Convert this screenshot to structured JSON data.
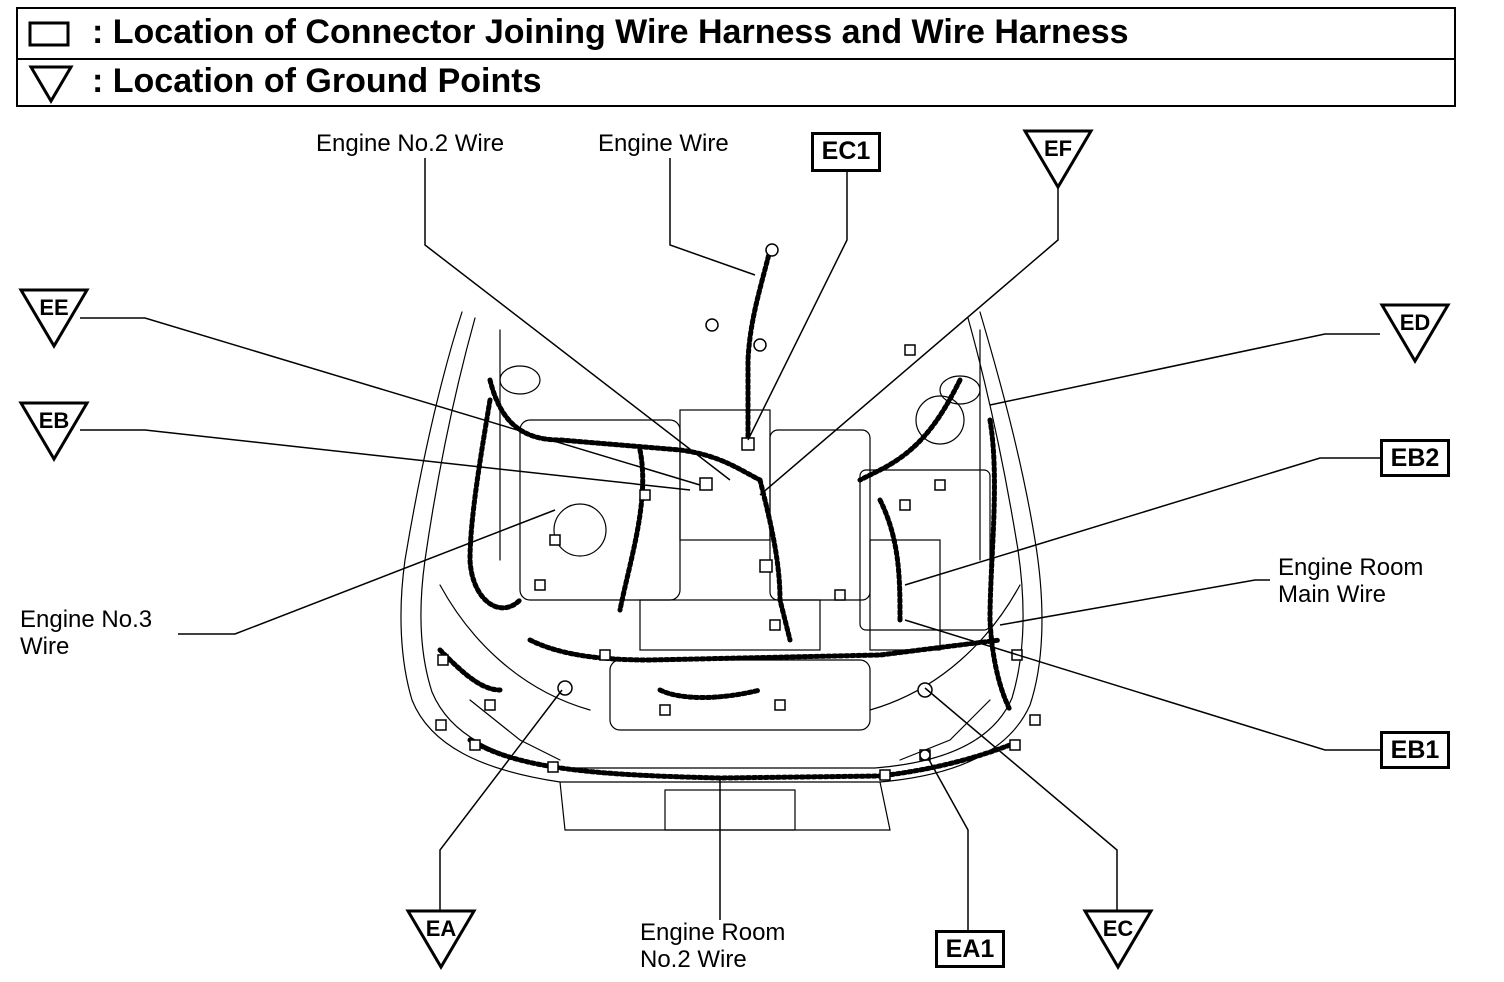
{
  "legend": {
    "connector_text": ": Location of Connector Joining Wire Harness and Wire Harness",
    "ground_text": ": Location of Ground Points"
  },
  "wires": {
    "engine_no2": "Engine No.2 Wire",
    "engine": "Engine Wire",
    "engine_no3_line1": "Engine No.3",
    "engine_no3_line2": "Wire",
    "engine_room_main_line1": "Engine Room",
    "engine_room_main_line2": "Main Wire",
    "engine_room_no2_line1": "Engine Room",
    "engine_room_no2_line2": "No.2 Wire"
  },
  "connectors": {
    "ec1": "EC1",
    "eb2": "EB2",
    "eb1": "EB1",
    "ea1": "EA1"
  },
  "grounds": {
    "ef": "EF",
    "ee": "EE",
    "ed": "ED",
    "eb": "EB",
    "ea": "EA",
    "ec": "EC"
  }
}
